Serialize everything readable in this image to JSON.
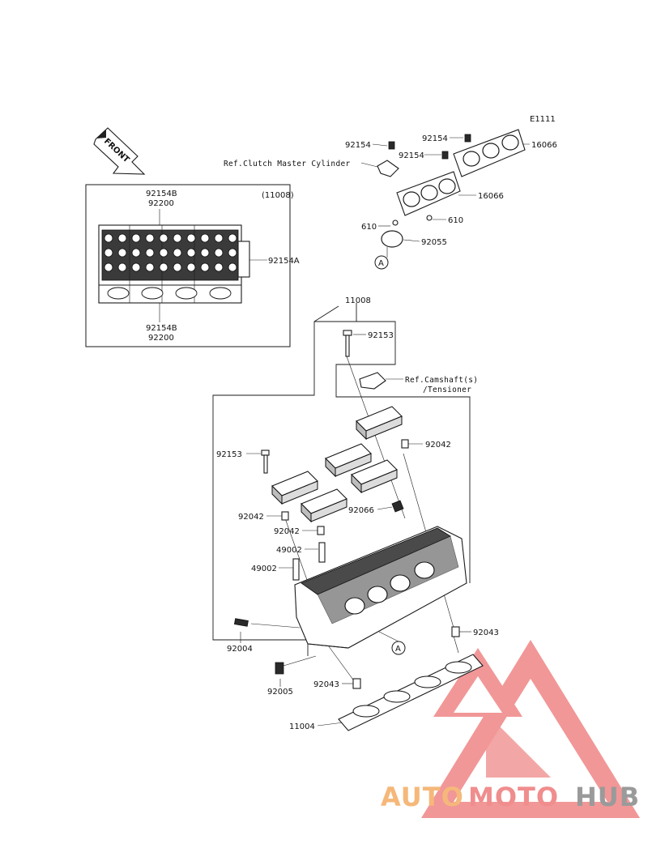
{
  "diagram_code": "E1111",
  "front_label": "FRONT",
  "inset": {
    "assembly_ref": "(11008)",
    "labels": {
      "top_1": "92154B",
      "top_2": "92200",
      "right": "92154A",
      "bottom_1": "92154B",
      "bottom_2": "92200"
    }
  },
  "throttle_area": {
    "labels": {
      "p92154_left": "92154",
      "ref_clutch": "Ref.Clutch Master Cylinder",
      "p92154_top": "92154",
      "p92154_mid": "92154",
      "p16066_top": "16066",
      "p16066_mid": "16066",
      "p610_left": "610",
      "p610_right": "610",
      "p92055": "92055",
      "ref_a_top": "A"
    }
  },
  "head_area": {
    "labels": {
      "p11008": "11008",
      "p92153_top": "92153",
      "ref_cam_1": "Ref.Camshaft(s)",
      "ref_cam_2": "/Tensioner",
      "p92042_right": "92042",
      "p92153_left": "92153",
      "p92066": "92066",
      "p92042_left": "92042",
      "p92042_mid": "92042",
      "p49002_top": "49002",
      "p49002_left": "49002",
      "p92004": "92004",
      "p92043_right": "92043",
      "ref_a_mid": "A",
      "p92005": "92005",
      "p92043_left": "92043",
      "p11004": "11004"
    }
  },
  "watermark": {
    "part_a": "AUTO",
    "part_b": "MOTO",
    "part_c": "HUB",
    "color_a": "#f5b87a",
    "color_b": "#f08d8d",
    "color_c": "#9a9a9a",
    "logo_color": "#f08c8c"
  }
}
